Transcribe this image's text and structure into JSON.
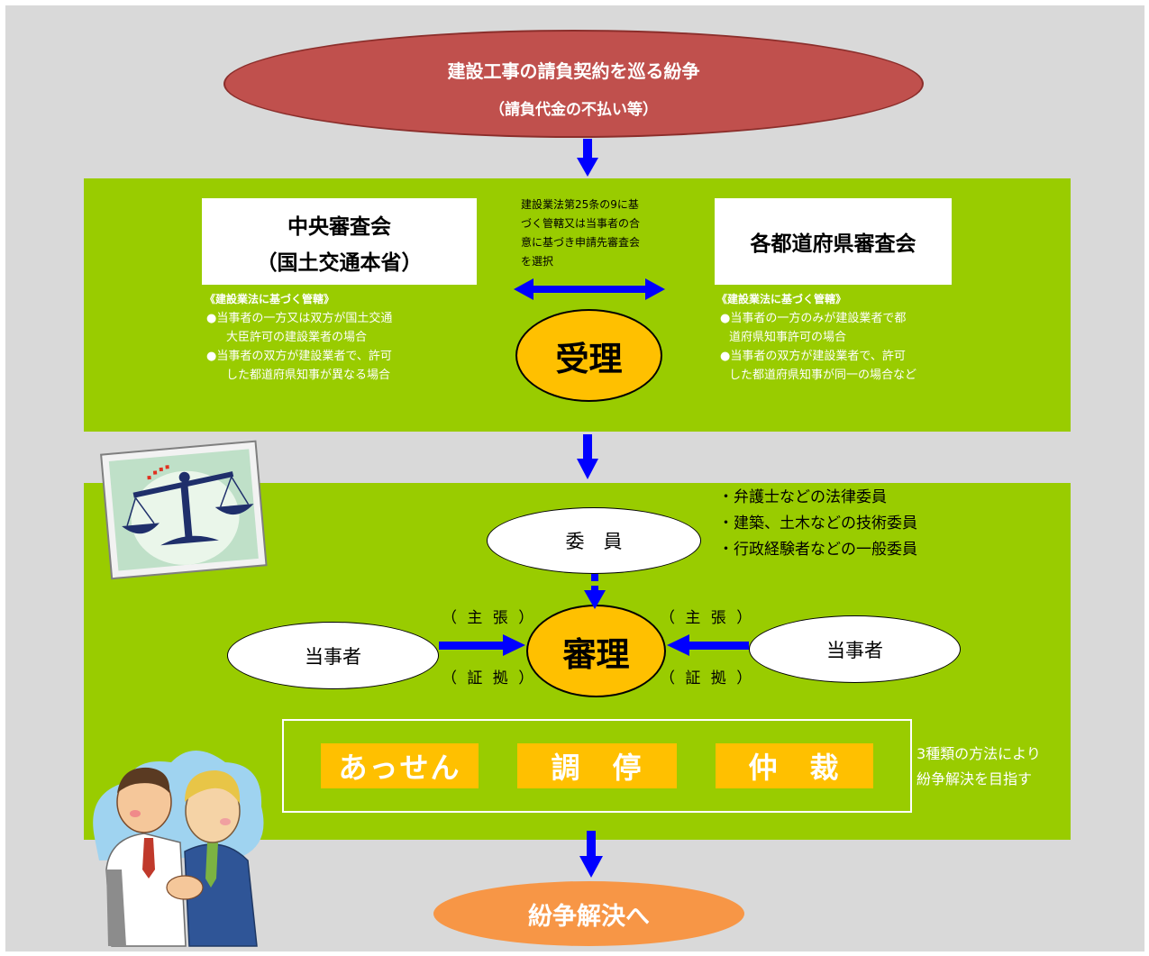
{
  "title": {
    "line1": "建設工事の請負契約を巡る紛争",
    "line2": "（請負代金の不払い等）"
  },
  "central": {
    "name_line1": "中央審査会",
    "name_line2": "（国土交通本省）",
    "jurisdiction_head": "《建設業法に基づく管轄》",
    "jurisdiction_items": [
      "●当事者の一方又は双方が国土交通",
      "大臣許可の建設業者の場合",
      "●当事者の双方が建設業者で、許可",
      "した都道府県知事が異なる場合"
    ]
  },
  "selection_note": [
    "建設業法第25条の9に基",
    "づく管轄又は当事者の合",
    "意に基づき申請先審査会",
    "を選択"
  ],
  "prefectural": {
    "name": "各都道府県審査会",
    "jurisdiction_head": "《建設業法に基づく管轄》",
    "jurisdiction_items": [
      "●当事者の一方のみが建設業者で都",
      "道府県知事許可の場合",
      "●当事者の双方が建設業者で、許可",
      "した都道府県知事が同一の場合など"
    ]
  },
  "acceptance": "受理",
  "members": {
    "label": "委　員",
    "list": [
      "・弁護士などの法律委員",
      "・建築、土木などの技術委員",
      "・行政経験者などの一般委員"
    ]
  },
  "hearing": {
    "label": "審理",
    "party_left": "当事者",
    "party_right": "当事者",
    "claim": "（ 主 張 ）",
    "evidence": "（ 証 拠 ）"
  },
  "methods": [
    "あっせん",
    "調　停",
    "仲　裁"
  ],
  "methods_note": [
    "3種類の方法により",
    "紛争解決を目指す"
  ],
  "result": "紛争解決へ",
  "colors": {
    "background": "#d9d9d9",
    "panel": "#99cc00",
    "top_ellipse": "#c0504d",
    "yellow": "#ffc000",
    "arrow_blue": "#0000ff",
    "result": "#f79646"
  },
  "icons": [
    "scales-of-justice-icon",
    "handshake-illustration"
  ]
}
